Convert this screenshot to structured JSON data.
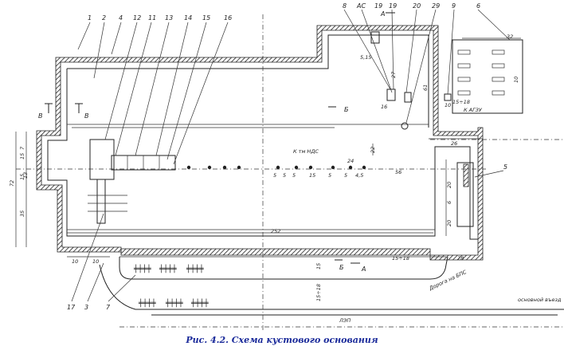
{
  "caption": "Рис. 4.2. Схема кустового основания",
  "leaders": [
    {
      "n": "1"
    },
    {
      "n": "2"
    },
    {
      "n": "4"
    },
    {
      "n": "12"
    },
    {
      "n": "11"
    },
    {
      "n": "13"
    },
    {
      "n": "14"
    },
    {
      "n": "15"
    },
    {
      "n": "16"
    },
    {
      "n": "8"
    },
    {
      "n": "АС"
    },
    {
      "n": "19"
    },
    {
      "n": "19"
    },
    {
      "n": "20"
    },
    {
      "n": "29"
    },
    {
      "n": "9"
    },
    {
      "n": "6"
    },
    {
      "n": "5"
    },
    {
      "n": "17"
    },
    {
      "n": "3"
    },
    {
      "n": "7"
    }
  ],
  "section_marks": [
    "В",
    "В",
    "Б",
    "Б",
    "А",
    "А"
  ],
  "dimensions": [
    "32",
    "10",
    "7",
    "15",
    "15",
    "35",
    "72",
    "252",
    "10",
    "10",
    "15",
    "15÷18",
    "28",
    "24",
    "56",
    "22",
    "26",
    "15÷18",
    "10",
    "27",
    "61",
    "20",
    "6",
    "20",
    "5",
    "5",
    "5",
    "15",
    "5",
    "5",
    "4,5",
    "5,15",
    "13",
    "16",
    "15÷18"
  ],
  "annotations": {
    "to_kns": "К АГЗУ",
    "to_dns": "К тм НДС",
    "power_line": "ЛЭП",
    "to_road": "Дорога на БПС",
    "existing": "основной въезд"
  }
}
